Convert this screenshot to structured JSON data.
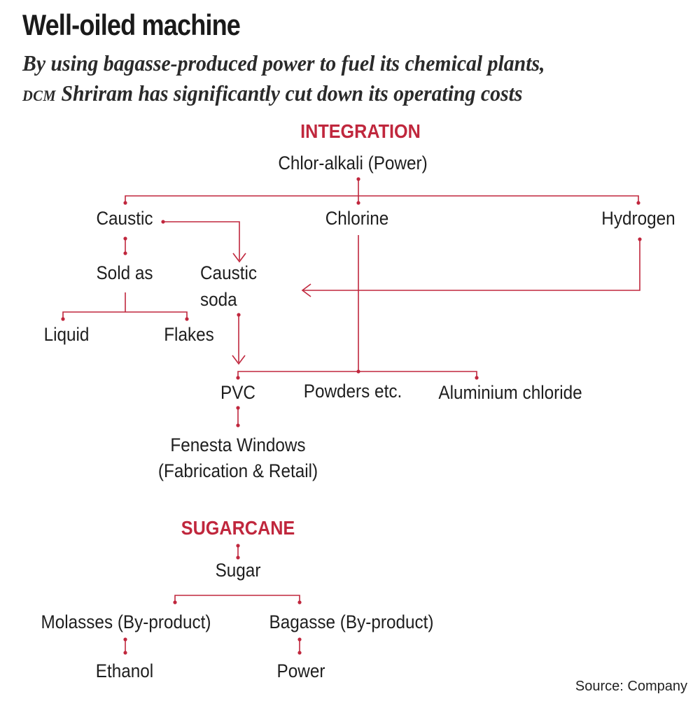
{
  "header": {
    "title": "Well-oiled machine",
    "subtitle_line1": "By using bagasse-produced power to fuel its chemical plants,",
    "subtitle_line2_prefix": "DCM",
    "subtitle_line2_rest": "Shriram has significantly cut down its operating costs"
  },
  "integration": {
    "heading": "INTEGRATION",
    "root": "Chlor-alkali (Power)",
    "caustic": "Caustic",
    "chlorine": "Chlorine",
    "hydrogen": "Hydrogen",
    "sold_as": "Sold as",
    "caustic_soda_1": "Caustic",
    "caustic_soda_2": "soda",
    "liquid": "Liquid",
    "flakes": "Flakes",
    "pvc": "PVC",
    "powders": "Powders etc.",
    "aluminium_chloride": "Aluminium chloride",
    "fenesta_1": "Fenesta Windows",
    "fenesta_2": "(Fabrication & Retail)"
  },
  "sugarcane": {
    "heading": "SUGARCANE",
    "sugar": "Sugar",
    "molasses": "Molasses (By-product)",
    "bagasse": "Bagasse (By-product)",
    "ethanol": "Ethanol",
    "power": "Power"
  },
  "footer": {
    "source": "Source: Company"
  },
  "colors": {
    "accent": "#c0273d",
    "text": "#1e1e1e"
  }
}
